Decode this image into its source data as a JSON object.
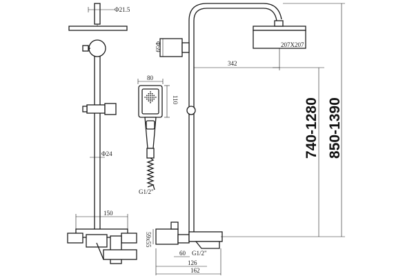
{
  "dimensions": {
    "pipe_top_diameter": "Φ21.5",
    "pipe_diameter": "Φ24",
    "holder_diameter": "Φ59",
    "arm_reach": "342",
    "head_size": "207X207",
    "hand_width": "80",
    "hand_height": "110",
    "hose_thread": "G1/2\"",
    "mixer_width": "150",
    "mixer_height": "59x55",
    "spout_60": "60",
    "spout_thread": "G1/2\"",
    "spout_126": "126",
    "spout_162": "162",
    "height_range_1": "740-1280",
    "height_range_2": "850-1390"
  }
}
